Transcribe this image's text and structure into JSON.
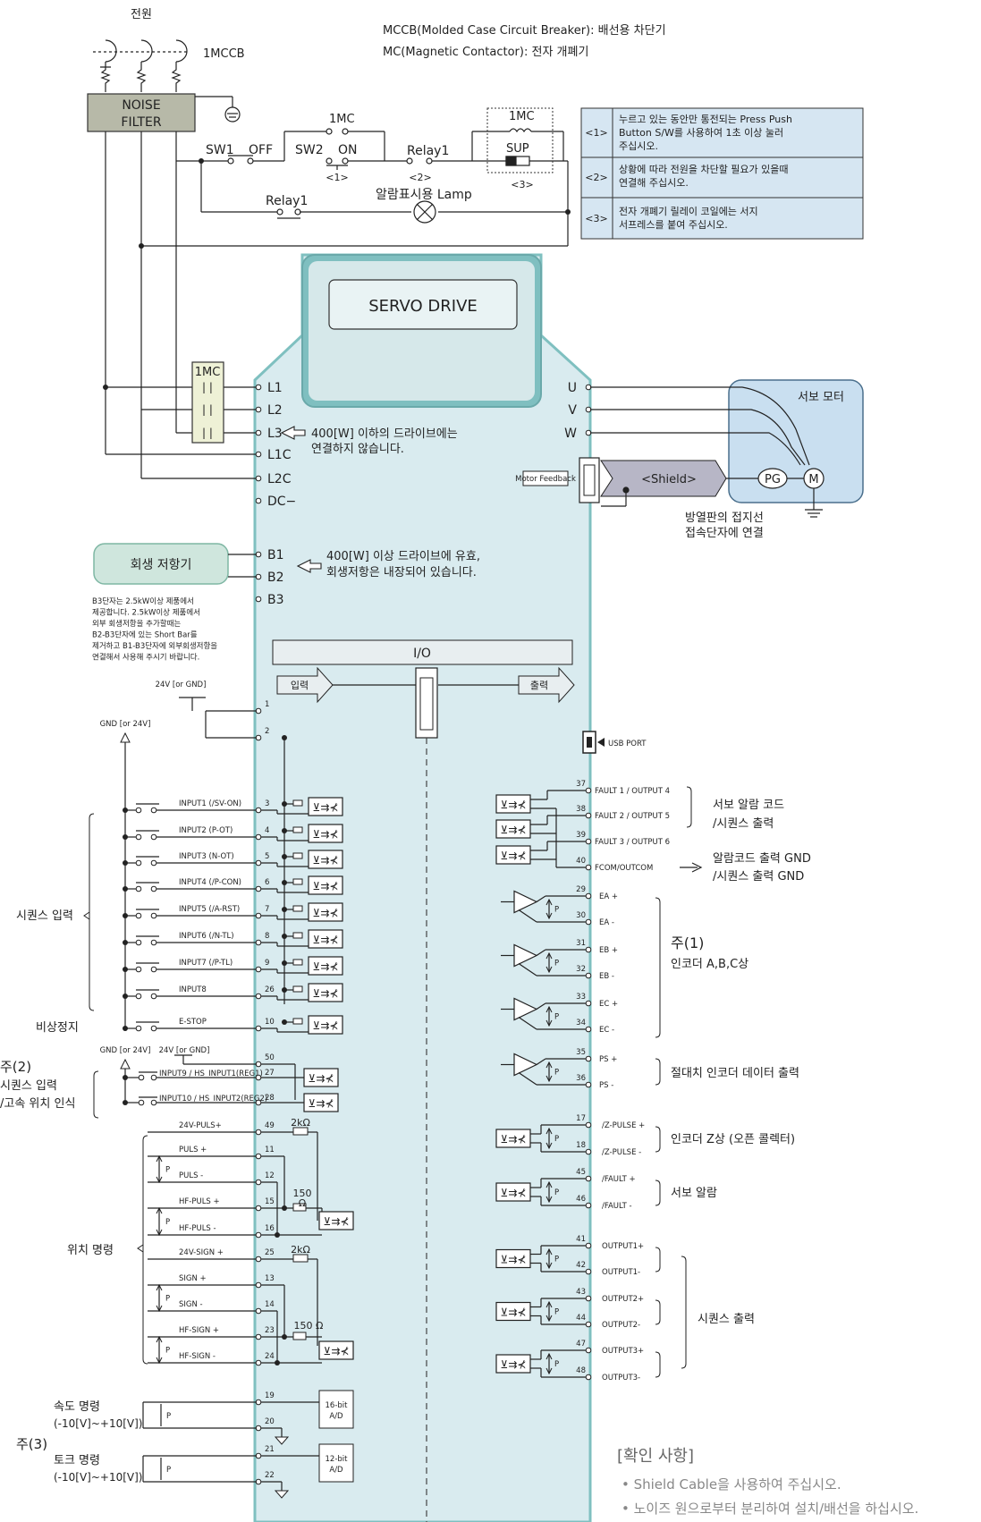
{
  "header": {
    "power": "전원",
    "breaker": "1MCCB",
    "note_mccb": "MCCB(Molded Case Circuit Breaker): 배선용 차단기",
    "note_mc": "MC(Magnetic Contactor): 전자 개폐기"
  },
  "noise_filter": {
    "line1": "NOISE",
    "line2": "FILTER"
  },
  "control_circuit": {
    "mc_top": "1MC",
    "sw1": "SW1",
    "off": "OFF",
    "sw2": "SW2",
    "on": "ON",
    "mark1": "<1>",
    "relay1_top": "Relay1",
    "mark2": "<2>",
    "mc_box": "1MC",
    "sup": "SUP",
    "mark3": "<3>",
    "lamp": "알람표시용 Lamp",
    "relay1_bottom": "Relay1"
  },
  "notes_table": [
    {
      "key": "<1>",
      "text": [
        "누르고 있는 동안만 통전되는 Press Push",
        "Button S/W를 사용하여 1초 이상 눌러",
        "주십시오."
      ]
    },
    {
      "key": "<2>",
      "text": [
        "상황에 따라 전원을 차단할 필요가 있을때",
        "연결해 주십시오."
      ]
    },
    {
      "key": "<3>",
      "text": [
        "전자 개폐기 릴레이 코일에는 서지",
        "서프레스를 붙여 주십시오."
      ]
    }
  ],
  "drive": {
    "title": "SERVO DRIVE",
    "mc_block": "1MC",
    "mc_pole": "| |",
    "terminals_left": [
      "L1",
      "L2",
      "L3",
      "L1C",
      "L2C",
      "DC−",
      "B1",
      "B2",
      "B3"
    ],
    "l3_note": [
      "400[W] 이하의 드라이브에는",
      "연결하지 않습니다."
    ],
    "terminals_right": [
      "U",
      "V",
      "W"
    ],
    "motor_feedback": "Motor Feedback",
    "shield": "<Shield>",
    "pg": "PG",
    "m": "M",
    "motor": "서보 모터",
    "ground_note": [
      "방열판의 접지선",
      "접속단자에 연결"
    ],
    "regen": "회생 저항기",
    "b1_note": [
      "400[W] 이상 드라이브에 유효,",
      "회생저항은 내장되어 있습니다."
    ],
    "b3_note": [
      "B3단자는 2.5kW이상 제품에서",
      "제공합니다. 2.5kW이상 제품에서",
      "외부 회생저항을 추가할때는",
      "B2-B3단자에 있는 Short Bar를",
      "제거하고 B1-B3단자에 외부회생저항을",
      "연결해서 사용해 주시기 바랍니다."
    ],
    "io": "I/O",
    "input_arrow": "입력",
    "output_arrow": "출력",
    "usb": "USB PORT"
  },
  "inputs": {
    "v24_top": "24V [or GND]",
    "gnd": "GND [or 24V]",
    "pin1": "1",
    "pin2": "2",
    "rows": [
      {
        "label": "INPUT1 (/SV-ON)",
        "pin": "3"
      },
      {
        "label": "INPUT2 (P-OT)",
        "pin": "4"
      },
      {
        "label": "INPUT3 (N-OT)",
        "pin": "5"
      },
      {
        "label": "INPUT4 (/P-CON)",
        "pin": "6"
      },
      {
        "label": "INPUT5 (/A-RST)",
        "pin": "7"
      },
      {
        "label": "INPUT6 (/N-TL)",
        "pin": "8"
      },
      {
        "label": "INPUT7 (/P-TL)",
        "pin": "9"
      },
      {
        "label": "INPUT8",
        "pin": "26"
      },
      {
        "label": "E-STOP",
        "pin": "10"
      }
    ],
    "seq_input": "시퀀스 입력",
    "estop": "비상정지",
    "note2": "주(2)",
    "note2_a": "시퀀스 입력",
    "note2_b": "/고속 위치 인식",
    "gnd2": "GND [or 24V]",
    "v24_2": "24V [or GND]",
    "pin50": "50",
    "hs_rows": [
      {
        "label": "INPUT9 / HS_INPUT1(REG1)",
        "pin": "27"
      },
      {
        "label": "INPUT10 / HS_INPUT2(REG2)",
        "pin": "28"
      }
    ]
  },
  "position": {
    "title": "위치 명령",
    "rows": [
      {
        "label": "24V-PULS+",
        "pin": "49"
      },
      {
        "label": "PULS +",
        "pin": "11"
      },
      {
        "label": "PULS -",
        "pin": "12"
      },
      {
        "label": "HF-PULS +",
        "pin": "15"
      },
      {
        "label": "HF-PULS -",
        "pin": "16"
      },
      {
        "label": "24V-SIGN +",
        "pin": "25"
      },
      {
        "label": "SIGN +",
        "pin": "13"
      },
      {
        "label": "SIGN -",
        "pin": "14"
      },
      {
        "label": "HF-SIGN +",
        "pin": "23"
      },
      {
        "label": "HF-SIGN -",
        "pin": "24"
      }
    ],
    "r2k": "2kΩ",
    "r150": "150",
    "ohm": "Ω",
    "r150b": "150 Ω",
    "p": "P"
  },
  "analog": {
    "speed": "속도 명령",
    "speed_range": "(-10[V]~+10[V])",
    "note3": "주(3)",
    "torque": "토크 명령",
    "torque_range": "(-10[V]~+10[V])",
    "pins": [
      "19",
      "20",
      "21",
      "22"
    ],
    "adc1": [
      "16-bit",
      "A/D"
    ],
    "adc2": [
      "12-bit",
      "A/D"
    ]
  },
  "outputs": {
    "fault_rows": [
      {
        "label": "FAULT 1 / OUTPUT 4",
        "pin": "37"
      },
      {
        "label": "FAULT 2 / OUTPUT 5",
        "pin": "38"
      },
      {
        "label": "FAULT 3 / OUTPUT 6",
        "pin": "39"
      },
      {
        "label": "FCOM/OUTCOM",
        "pin": "40"
      }
    ],
    "alarm_code": [
      "서보 알람 코드",
      "/시퀀스 출력"
    ],
    "alarm_gnd": [
      "알람코드 출력 GND",
      "/시퀀스 출력 GND"
    ],
    "encoder_rows": [
      {
        "label": "EA +",
        "pin": "29"
      },
      {
        "label": "EA -",
        "pin": "30"
      },
      {
        "label": "EB +",
        "pin": "31"
      },
      {
        "label": "EB -",
        "pin": "32"
      },
      {
        "label": "EC +",
        "pin": "33"
      },
      {
        "label": "EC -",
        "pin": "34"
      },
      {
        "label": "PS +",
        "pin": "35"
      },
      {
        "label": "PS -",
        "pin": "36"
      }
    ],
    "note1": "주(1)",
    "encoder_abc": "인코더 A,B,C상",
    "abs_encoder": "절대치 인코더 데이터 출력",
    "oc_rows": [
      {
        "label": "/Z-PULSE +",
        "pin": "17"
      },
      {
        "label": "/Z-PULSE -",
        "pin": "18"
      },
      {
        "label": "/FAULT +",
        "pin": "45"
      },
      {
        "label": "/FAULT -",
        "pin": "46"
      },
      {
        "label": "OUTPUT1+",
        "pin": "41"
      },
      {
        "label": "OUTPUT1-",
        "pin": "42"
      },
      {
        "label": "OUTPUT2+",
        "pin": "43"
      },
      {
        "label": "OUTPUT2-",
        "pin": "44"
      },
      {
        "label": "OUTPUT3+",
        "pin": "47"
      },
      {
        "label": "OUTPUT3-",
        "pin": "48"
      }
    ],
    "z_label": "인코더 Z상 (오픈 콜렉터)",
    "servo_alarm": "서보 알람",
    "seq_out": "시퀀스 출력"
  },
  "check": {
    "title": "[확인 사항]",
    "items": [
      "• Shield Cable을 사용하여 주십시오.",
      "• 노이즈 원으로부터 분리하여 설치/배선을 하십시오."
    ]
  }
}
